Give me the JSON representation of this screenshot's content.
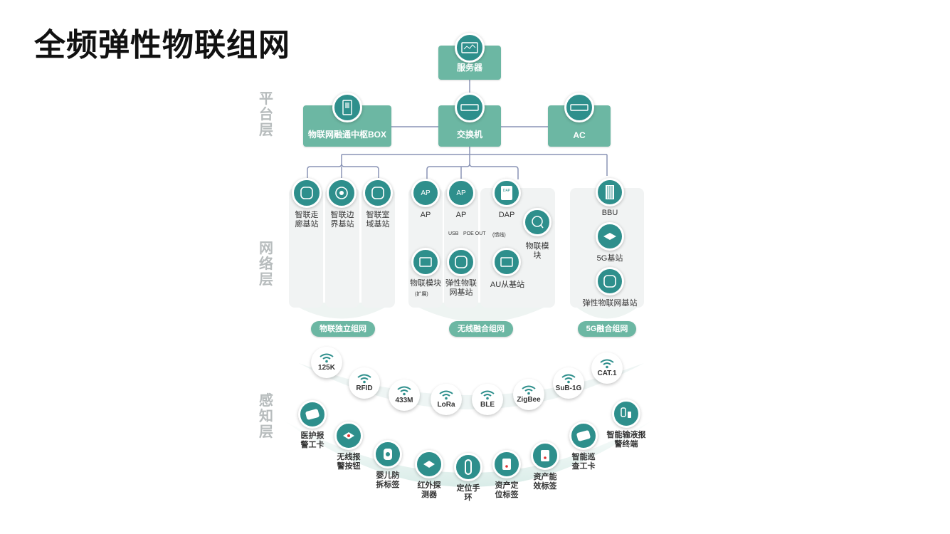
{
  "title": "全频弹性物联组网",
  "layers": {
    "platform": "平台层",
    "network": "网络层",
    "perception": "感知层"
  },
  "platform": {
    "server": "服务器",
    "switch": "交换机",
    "box": "物联网融通中枢BOX",
    "ac": "AC"
  },
  "network": {
    "corridor": "智联走廊基站",
    "boundary": "智联边界基站",
    "indoor": "智联室域基站",
    "ap1": "AP",
    "ap1_icon": "AP",
    "ap2": "AP",
    "ap2_icon": "AP",
    "dap": "DAP",
    "dap_icon": "DAP",
    "usb": "USB",
    "poe": "POE OUT",
    "wired": "(馈线)",
    "iot_module_ext": "物联模块",
    "iot_module_ext_sub": "(扩展)",
    "elastic1": "弹性物联网基站",
    "au": "AU从基站",
    "iot_module": "物联模块",
    "bbu": "BBU",
    "bs5g": "5G基站",
    "elastic2": "弹性物联网基站",
    "group_standalone": "物联独立组网",
    "group_wireless": "无线融合组网",
    "group_5g": "5G融合组网"
  },
  "protocols": [
    "125K",
    "RFID",
    "433M",
    "LoRa",
    "BLE",
    "ZigBee",
    "SuB-1G",
    "CAT.1"
  ],
  "devices": {
    "medical_card": "医护报警工卡",
    "wireless_button": "无线报警按钮",
    "infant_tag": "婴儿防拆标签",
    "ir_detector": "红外探测器",
    "bracelet": "定位手环",
    "asset_loc_tag": "资产定位标签",
    "asset_eff_tag": "资产能效标签",
    "patrol_card": "智能巡查工卡",
    "infusion_terminal": "智能输液报警终端"
  },
  "colors": {
    "node": "#6cb7a3",
    "circle": "#2e8f8c",
    "panel": "#f1f3f3",
    "line": "#8a94b5"
  }
}
